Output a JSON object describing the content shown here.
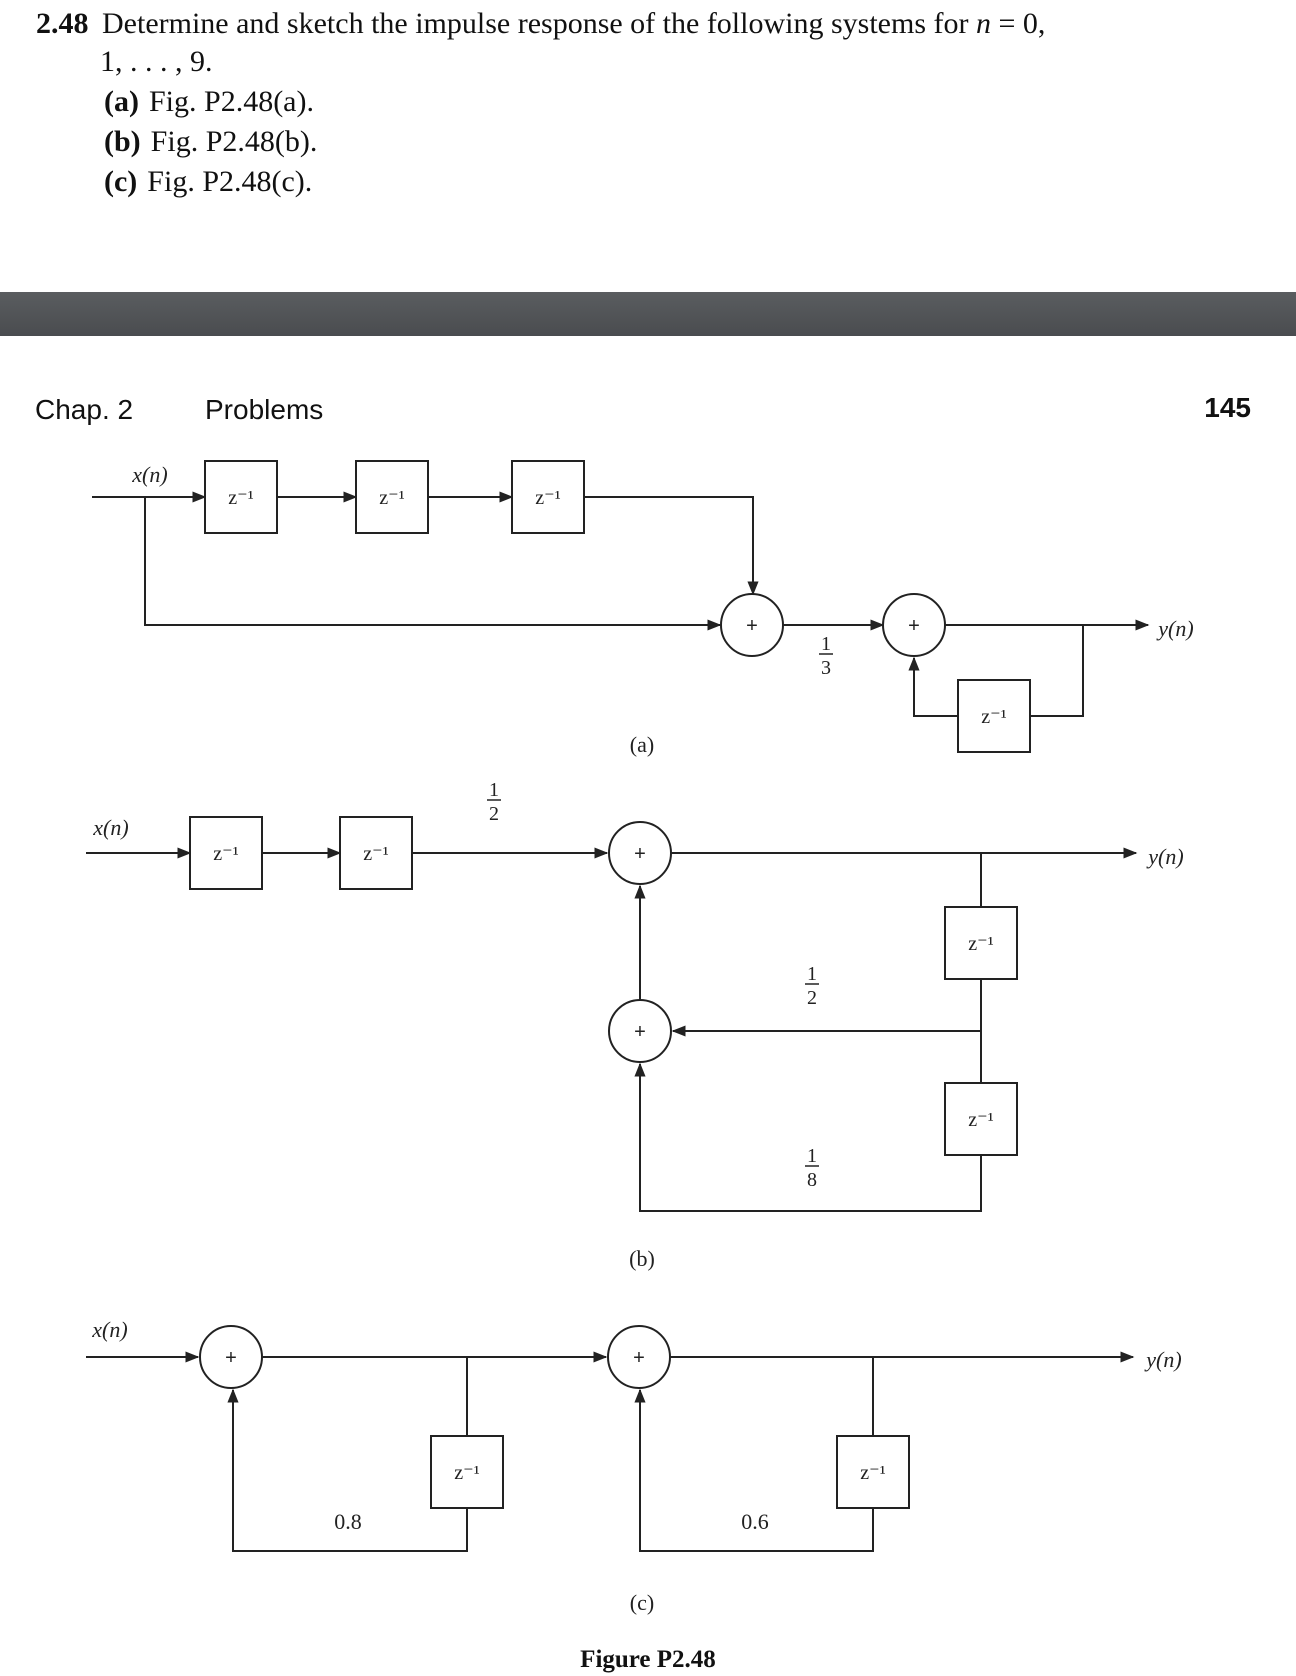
{
  "problem": {
    "number": "2.48",
    "text": "Determine and sketch the impulse response of the following systems for",
    "n_var": "n",
    "eq": "= 0,",
    "range": "1, . . . , 9.",
    "parts": [
      {
        "label": "(a)",
        "text": "Fig. P2.48(a)."
      },
      {
        "label": "(b)",
        "text": "Fig. P2.48(b)."
      },
      {
        "label": "(c)",
        "text": "Fig. P2.48(c)."
      }
    ]
  },
  "header": {
    "chapter": "Chap. 2",
    "section": "Problems",
    "page": "145"
  },
  "labels": {
    "input": "x(n)",
    "output": "y(n)",
    "delay": "z⁻¹",
    "plus": "+",
    "one": "1",
    "two": "2",
    "three": "3",
    "eight": "8",
    "coef_08": "0.8",
    "coef_06": "0.6"
  },
  "subcaptions": {
    "a": "(a)",
    "b": "(b)",
    "c": "(c)"
  },
  "figure_caption": "Figure P2.48"
}
